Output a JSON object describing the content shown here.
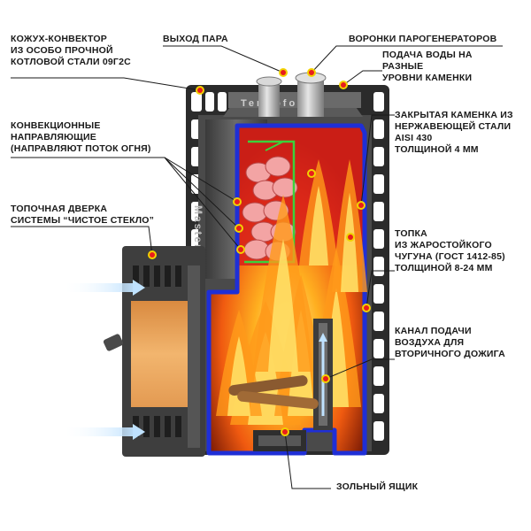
{
  "callouts": {
    "casing": [
      "КОЖУХ-КОНВЕКТОР",
      "ИЗ ОСОБО ПРОЧНОЙ",
      "КОТЛОВОЙ СТАЛИ 09Г2С"
    ],
    "steam_outlet": [
      "ВЫХОД ПАРА"
    ],
    "funnels": [
      "ВОРОНКИ ПАРОГЕНЕРАТОРОВ"
    ],
    "water_supply": [
      "ПОДАЧА ВОДЫ НА",
      "РАЗНЫЕ",
      "УРОВНИ КАМЕНКИ"
    ],
    "convection_guides": [
      "КОНВЕКЦИОННЫЕ",
      "НАПРАВЛЯЮЩИЕ",
      "(НАПРАВЛЯЮТ ПОТОК ОГНЯ)"
    ],
    "closed_heater": [
      "ЗАКРЫТАЯ КАМЕНКА ИЗ",
      "НЕРЖАВЕЮЩЕЙ СТАЛИ",
      "AISI 430",
      "ТОЛЩИНОЙ 4 ММ"
    ],
    "door": [
      "ТОПОЧНАЯ ДВЕРКА",
      "СИСТЕМЫ “ЧИСТОЕ СТЕКЛО”"
    ],
    "firebox": [
      "ТОПКА",
      "ИЗ ЖАРОСТОЙКОГО",
      "ЧУГУНА (ГОСТ 1412-85)",
      "ТОЛЩИНОЙ 8-24 ММ"
    ],
    "air_channel": [
      "КАНАЛ ПОДАЧИ",
      "ВОЗДУХА ДЛЯ",
      "ВТОРИЧНОГО ДОЖИГА"
    ],
    "ash_box": [
      "ЗОЛЬНЫЙ ЯЩИК"
    ]
  },
  "stove_brand": "Termofor",
  "stove_side_brand": "Master",
  "colors": {
    "stone_chamber": "#d8201a",
    "chamber_outline": "#1f2fd6",
    "guide_line": "#3bd23b",
    "casing": "#2b2b2b",
    "cast_iron": "#4a4a4a",
    "marker": "#e81d1d",
    "marker_ring": "#f2d200",
    "glass": "#e8a35a"
  }
}
